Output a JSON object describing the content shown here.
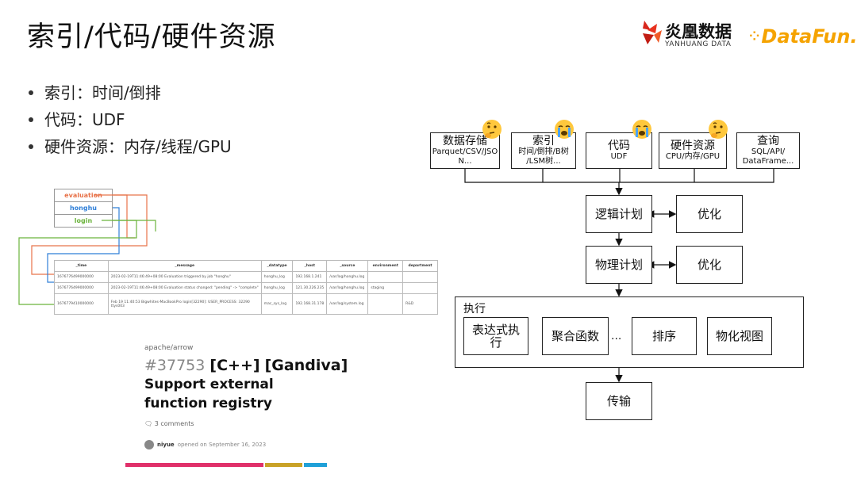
{
  "slide": {
    "title": "索引/代码/硬件资源",
    "bullets": [
      "索引：时间/倒排",
      "代码：UDF",
      "硬件资源：内存/线程/GPU"
    ]
  },
  "logos": {
    "yanhuang_cn": "炎凰数据",
    "yanhuang_en": "YANHUANG DATA",
    "datafun": "DataFun."
  },
  "diagram": {
    "top_boxes": [
      {
        "title": "数据存储",
        "sub": "Parquet/CSV/JSO N...",
        "emoji": "thinking-face-icon"
      },
      {
        "title": "索引",
        "sub": "时间/倒排/B树 /LSM树...",
        "emoji": "crying-face-icon"
      },
      {
        "title": "代码",
        "sub": "UDF",
        "emoji": "crying-face-icon"
      },
      {
        "title": "硬件资源",
        "sub": "CPU/内存/GPU",
        "emoji": "thinking-face-icon"
      },
      {
        "title": "查询",
        "sub": "SQL/API/ DataFrame..."
      }
    ],
    "logical_plan": "逻辑计划",
    "optimize1": "优化",
    "physical_plan": "物理计划",
    "optimize2": "优化",
    "execute": "执行",
    "exec_boxes": [
      "表达式执行",
      "聚合函数",
      "...",
      "排序",
      "物化视图"
    ],
    "transfer": "传输"
  },
  "log_example": {
    "tags": [
      {
        "label": "evaluation",
        "color": "#e8734a"
      },
      {
        "label": "honghu",
        "color": "#2f7fd8"
      },
      {
        "label": "login",
        "color": "#6bb33c"
      }
    ],
    "columns": [
      "_time",
      "_message",
      "_datatype",
      "_host",
      "_source",
      "environment",
      "department"
    ],
    "rows": [
      [
        "1676776499000000",
        "2023-02-19T11:46:49+08:00 Evaluation triggered by job \"honghu\"",
        "honghu_log",
        "192.168.1.241",
        "/var/log/honghu.log",
        "",
        ""
      ],
      [
        "1676776499000000",
        "2023-02-19T11:46:49+08:00 Evaluation status changed: \"pending\" -> \"complete\"",
        "honghu_log",
        "121.30.226.235",
        "/var/log/honghu.log",
        "staging",
        ""
      ],
      [
        "1676779410000000",
        "Feb 19 11:40:53 Bigwhites-MacBookPro login[32290]: USER_PROCESS: 32290 ttys003",
        "mac_sys_log",
        "192.168.31.178",
        "/var/log/system.log",
        "",
        "R&D"
      ]
    ]
  },
  "github": {
    "repo": "apache/arrow",
    "number": "#37753",
    "tag1": "[C++]",
    "tag2": "[Gandiva]",
    "title_line1": "Support external",
    "title_line2": "function registry",
    "comments": "3 comments",
    "user": "niyue",
    "opened": "opened on September 16, 2023",
    "bar_colors": [
      "#e0306a",
      "#c9a227",
      "#1fa0d8"
    ]
  }
}
